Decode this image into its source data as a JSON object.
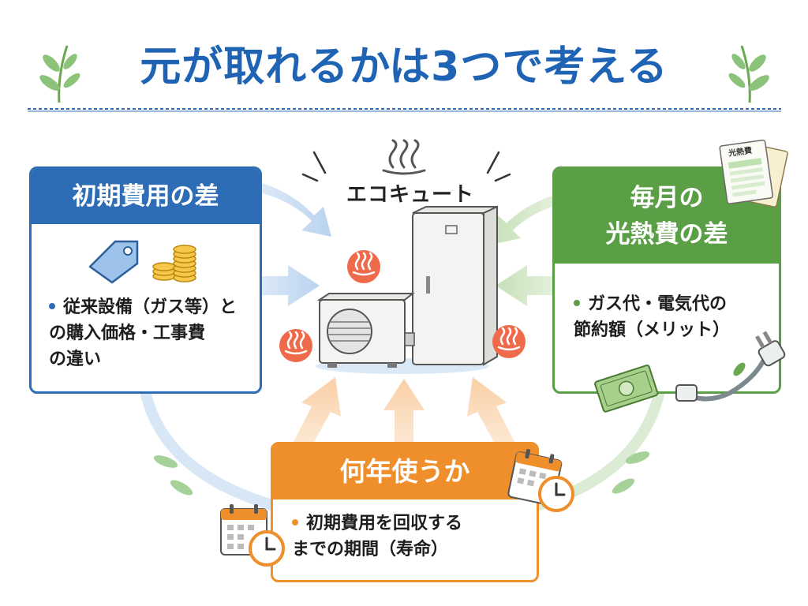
{
  "title": "元が取れるかは3つで考える",
  "center": {
    "label": "エコキュート"
  },
  "panels": {
    "initial_cost": {
      "heading": "初期費用の差",
      "bullet_lines": [
        "従来設備（ガス等）と",
        "の購入価格・工事費",
        "の違い"
      ]
    },
    "monthly_utility": {
      "heading_lines": [
        "毎月の",
        "光熱費の差"
      ],
      "bullet_lines": [
        "ガス代・電気代の",
        "節約額（メリット）"
      ]
    },
    "years_of_use": {
      "heading": "何年使うか",
      "bullet_lines": [
        "初期費用を回収する",
        "までの期間（寿命）"
      ]
    }
  },
  "bill_card_label": "光熱費",
  "colors": {
    "blue": "#2c6db6",
    "green": "#5a9e45",
    "orange": "#ee8f2c",
    "title": "#1f63b5"
  },
  "icons": [
    "leaf-left-icon",
    "leaf-right-icon",
    "price-tag-icon",
    "coins-icon",
    "steam-icon",
    "heat-pump-unit-icon",
    "water-tank-icon",
    "hot-icon",
    "utility-bill-icon",
    "money-icon",
    "plug-icon",
    "calendar-clock-icon"
  ]
}
